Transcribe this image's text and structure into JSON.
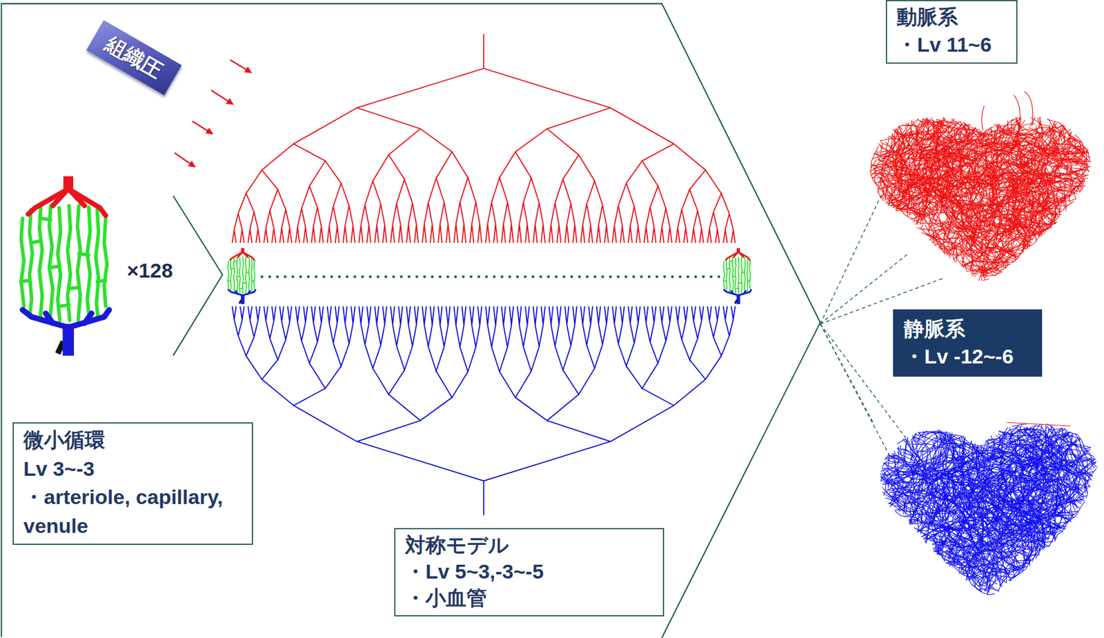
{
  "diagram": {
    "nodes": [
      {
        "text": [
          "動脈系",
          "・Lv 11~6"
        ]
      },
      {
        "text": [
          "組織圧"
        ]
      },
      {
        "text": [
          "静脈系",
          "・Lv -12~-6"
        ]
      },
      {
        "text": [
          "微小循環",
          "Lv 3~-3",
          "・arteriole, capillary, venule"
        ]
      },
      {
        "text": [
          "対称モデル",
          "・Lv 5~3,-3~-5",
          "・小血管"
        ]
      }
    ],
    "labels": [
      "×128"
    ]
  }
}
